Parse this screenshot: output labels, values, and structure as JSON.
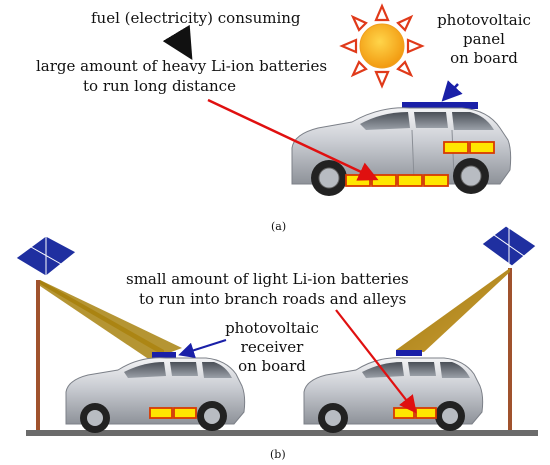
{
  "panel_a": {
    "label": "(a)",
    "text_fuel": "fuel (electricity) consuming",
    "text_batt_line1": "large amount of heavy Li-ion batteries",
    "text_batt_line2": "to run long distance",
    "text_pv_line1": "photovoltaic",
    "text_pv_line2": "panel",
    "text_pv_line3": "on board"
  },
  "panel_b": {
    "label": "(b)",
    "text_batt_line1": "small amount of light Li-ion batteries",
    "text_batt_line2": "to run into branch roads and alleys",
    "text_rx_line1": "photovoltaic",
    "text_rx_line2": "receiver",
    "text_rx_line3": "on board"
  },
  "colors": {
    "sun": "#f7b21b",
    "sun_rays": "#e03a1a",
    "battery_fill": "#ffe600",
    "battery_stroke": "#d83a00",
    "pv_panel": "#1a20a8",
    "beam": "#b8860b",
    "pole": "#a0522d",
    "arrow_red": "#e01010",
    "ground": "#6b6b6b",
    "solar_array": "#1f2fa0"
  }
}
